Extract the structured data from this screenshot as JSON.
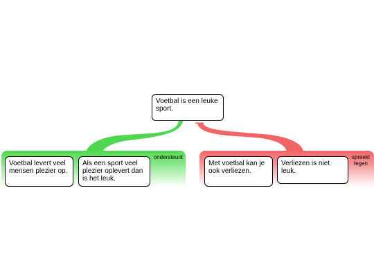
{
  "root": {
    "text": "Voetbal is een leuke sport."
  },
  "support": {
    "label": "ondersteunt",
    "color": "#4fd84f",
    "nodes": [
      {
        "text": "Voetbal levert veel mensen plezier op."
      },
      {
        "text": "Als een sport veel plezier oplevert dan is het leuk."
      }
    ]
  },
  "oppose": {
    "label": "spreekt tegen",
    "color": "#f26565",
    "nodes": [
      {
        "text": "Met voetbal kan je ook verliezen."
      },
      {
        "text": "Verliezen is niet leuk."
      }
    ]
  }
}
